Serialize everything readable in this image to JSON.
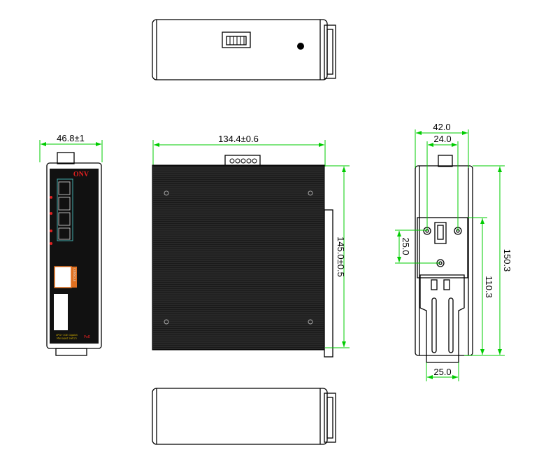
{
  "drawing": {
    "views": [
      "top-view",
      "front-view",
      "side-view",
      "rear-view",
      "bottom-view"
    ],
    "dimension_color": "#00cc00",
    "line_color": "#000000",
    "brand_logo": "ONV",
    "front_panel": {
      "console_label": "CONSOLE",
      "product_label": "4PG+1GE Gigabit Managed Switch",
      "poe_label": "PoE"
    },
    "dimensions": {
      "front_width": "46.8±1",
      "side_length": "134.4±0.6",
      "side_height": "145.0±0.5",
      "rear_width": "42.0",
      "rear_hole_spacing": "24.0",
      "rear_hole_vertical": "25.0",
      "rear_total_height": "150.3",
      "rear_clip_height": "110.3",
      "rear_clip_width": "25.0"
    }
  }
}
